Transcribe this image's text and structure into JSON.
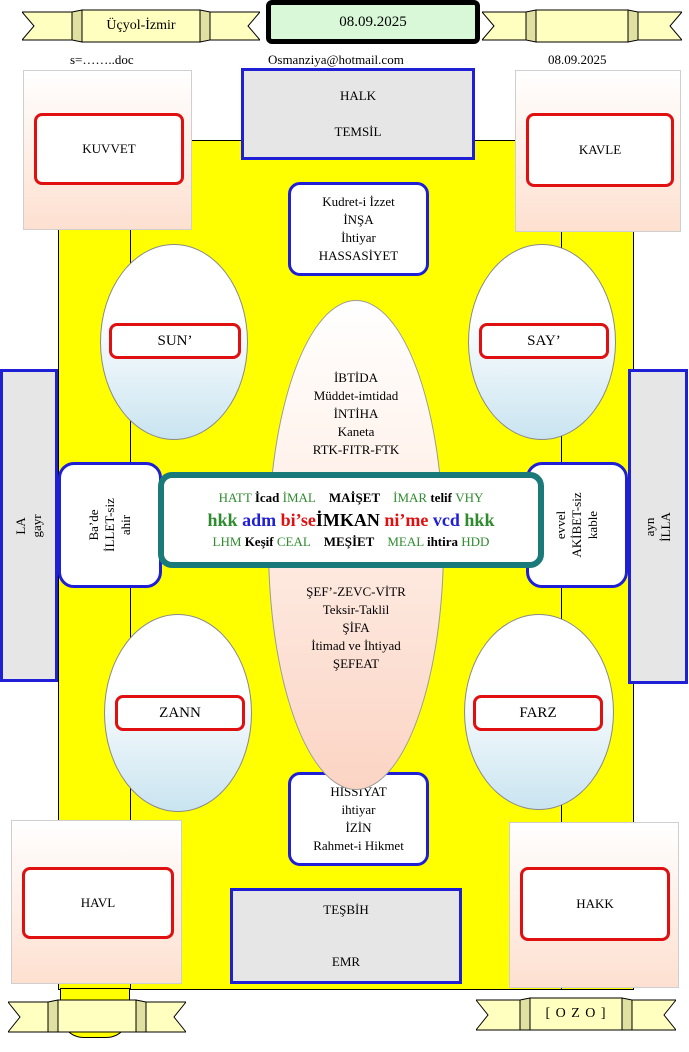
{
  "header": {
    "left_ribbon": "Üçyol-İzmir",
    "date_box": "08.09.2025",
    "file_label": "s=……..doc",
    "email": "Osmanziya@hotmail.com",
    "date_right": "08.09.2025"
  },
  "top_box": {
    "line1": "HALK",
    "line2": "TEMSİL"
  },
  "bottom_box": {
    "line1": "TEŞBİH",
    "line2": "EMR"
  },
  "corners": {
    "top_left": "KUVVET",
    "top_right": "KAVLE",
    "bottom_left": "HAVL",
    "bottom_right": "HAKK"
  },
  "upper_blue_box": [
    "Kudret-i İzzet",
    "İNŞA",
    "İhtiyar",
    "HASSASİYET"
  ],
  "lower_blue_box": [
    "HİSSİYAT",
    "ihtiyar",
    "İZİN",
    "Rahmet-i Hikmet"
  ],
  "ovals": {
    "top_left": "SUN’",
    "top_right": "SAY’",
    "bottom_left": "ZANN",
    "bottom_right": "FARZ"
  },
  "big_oval_top": [
    "İBTİDA",
    "Müddet-imtidad",
    "İNTİHA",
    "Kaneta",
    "RTK-FITR-FTK"
  ],
  "big_oval_bottom": [
    "ŞEF’-ZEVC-VİTR",
    "Teksir-Taklil",
    "ŞİFA",
    "İtimad ve İhtiyad",
    "ŞEFEAT"
  ],
  "side_left_outer": [
    "LA",
    "gayr"
  ],
  "side_left_inner": [
    "Ba’de",
    "İLLET-siz",
    "ahir"
  ],
  "side_right_inner": [
    "evvel",
    "AKİBET-siz",
    "kable"
  ],
  "side_right_outer": [
    "ayn",
    "İLLA"
  ],
  "center": {
    "row1": [
      {
        "t": "HATT ",
        "c": "#2e8b2e",
        "b": false
      },
      {
        "t": "İcad ",
        "c": "#000000",
        "b": true
      },
      {
        "t": "İMAL",
        "c": "#2e8b2e",
        "b": false
      },
      {
        "t": "    MAİŞET",
        "c": "#000000",
        "b": true
      },
      {
        "t": "    İMAR ",
        "c": "#2e8b2e",
        "b": false
      },
      {
        "t": "telif ",
        "c": "#000000",
        "b": true
      },
      {
        "t": "VHY",
        "c": "#2e8b2e",
        "b": false
      }
    ],
    "row2": [
      {
        "t": "hkk ",
        "c": "#2e8b2e",
        "b": true
      },
      {
        "t": "adm ",
        "c": "#1f1fd6",
        "b": true
      },
      {
        "t": "bi’se",
        "c": "#e01010",
        "b": true
      },
      {
        "t": "İMKAN ",
        "c": "#000000",
        "b": true
      },
      {
        "t": "ni’me ",
        "c": "#e01010",
        "b": true
      },
      {
        "t": "vcd ",
        "c": "#1f1fd6",
        "b": true
      },
      {
        "t": "hkk",
        "c": "#2e8b2e",
        "b": true
      }
    ],
    "row3": [
      {
        "t": "LHM ",
        "c": "#2e8b2e",
        "b": false
      },
      {
        "t": "Keşif ",
        "c": "#000000",
        "b": true
      },
      {
        "t": "CEAL",
        "c": "#2e8b2e",
        "b": false
      },
      {
        "t": "    MEŞİET",
        "c": "#000000",
        "b": true
      },
      {
        "t": "    MEAL ",
        "c": "#2e8b2e",
        "b": false
      },
      {
        "t": "ihtira ",
        "c": "#000000",
        "b": true
      },
      {
        "t": "HDD",
        "c": "#2e8b2e",
        "b": false
      }
    ]
  },
  "footer_ribbon": "[ O Z O ]",
  "colors": {
    "yellow": "#ffff00",
    "blue": "#1f1fd6",
    "red": "#e01010",
    "teal": "#1a7a7a"
  }
}
